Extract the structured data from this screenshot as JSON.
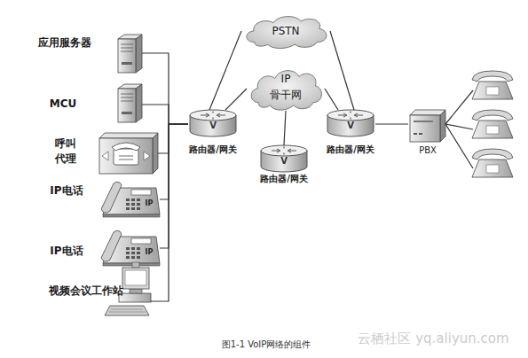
{
  "diagram": {
    "caption": "图1-1 VoIP网络的组件",
    "nodes": [
      {
        "text": [
          "PSTN"
        ]
      },
      {
        "text": [
          "应用服务器"
        ]
      },
      {
        "text": [
          "IP 骨干网"
        ]
      },
      {
        "text": [
          "MCU"
        ]
      },
      {
        "text": [
          "路由器/网关"
        ]
      },
      {
        "text": [
          "路由器/网关"
        ]
      },
      {
        "text": [
          "PBX"
        ]
      },
      {
        "text": [
          "呼叫 代理"
        ]
      },
      {
        "text": [
          "路由器/网关"
        ]
      },
      {
        "text": [
          "IP电话"
        ]
      },
      {
        "text": [
          "IP电话"
        ]
      },
      {
        "text": [
          "视频会议工作站"
        ]
      }
    ],
    "edges": [
      {
        "from": 1,
        "to": 4,
        "arrow": "none"
      },
      {
        "from": 3,
        "to": 4,
        "arrow": "none"
      },
      {
        "from": 7,
        "to": 4,
        "arrow": "none"
      },
      {
        "from": 9,
        "to": 4,
        "arrow": "none"
      },
      {
        "from": 10,
        "to": 4,
        "arrow": "none"
      },
      {
        "from": 11,
        "to": 4,
        "arrow": "none"
      },
      {
        "from": 4,
        "to": 0,
        "arrow": "none"
      },
      {
        "from": 4,
        "to": 2,
        "arrow": "none"
      },
      {
        "from": 8,
        "to": 2,
        "arrow": "none"
      },
      {
        "from": 5,
        "to": 0,
        "arrow": "none"
      },
      {
        "from": 5,
        "to": 2,
        "arrow": "none"
      },
      {
        "from": 5,
        "to": 6,
        "arrow": "none"
      }
    ],
    "labels": [
      "V",
      "V",
      "V",
      "IP",
      "IP",
      "云栖社区 yq.aliyun.com"
    ]
  }
}
